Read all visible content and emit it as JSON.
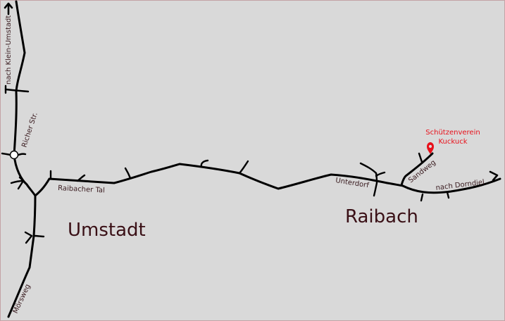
{
  "map": {
    "background_color": "#d9d9d9",
    "border_color": "#c4a2a6",
    "road_color": "#000000",
    "label_color": "#3a1c20",
    "poi_color": "#e8101a"
  },
  "towns": [
    {
      "name": "Umstadt"
    },
    {
      "name": "Raibach"
    }
  ],
  "streets": {
    "nach_klein_umstadt": "nach Klein-Umstadt",
    "richer_str": "Richer Str.",
    "raibacher_tal": "Raibacher Tal",
    "unterdorf": "Unterdorf",
    "sandweg": "Sandweg",
    "nach_dorndiel": "nach Dorndiel",
    "moersweg": "Mörsweg"
  },
  "poi": {
    "line1": "Schützenverein",
    "line2": "Kuckuck",
    "icon": "map-pin-icon"
  },
  "icons": {
    "north_arrow": "arrow-up-icon",
    "east_arrow": "arrow-right-icon",
    "roundabout": "roundabout-circle-icon"
  }
}
